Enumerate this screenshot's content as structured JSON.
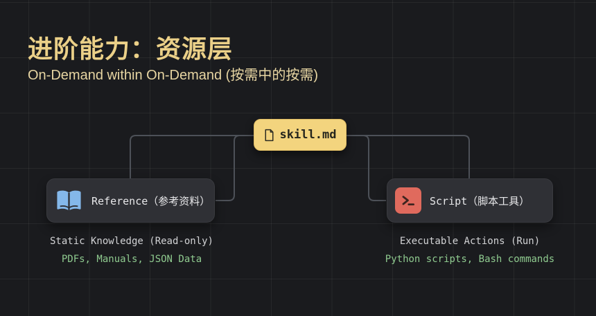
{
  "header": {
    "title": "进阶能力：资源层",
    "subtitle": "On-Demand within On-Demand (按需中的按需)"
  },
  "diagram": {
    "root": {
      "label": "skill.md",
      "icon": "file-icon"
    },
    "children": [
      {
        "label": "Reference（参考资料）",
        "icon": "book-open-icon",
        "desc": "Static Knowledge (Read-only)",
        "examples": "PDFs, Manuals, JSON Data"
      },
      {
        "label": "Script（脚本工具）",
        "icon": "terminal-icon",
        "desc": "Executable Actions (Run)",
        "examples": "Python scripts, Bash commands"
      }
    ]
  },
  "colors": {
    "background": "#1a1b1e",
    "grid_line": "rgba(255,255,255,0.055)",
    "title": "#ebd088",
    "subtitle": "#e7d5a2",
    "root_node_bg": "#f3d47e",
    "root_node_text": "#25251d",
    "child_node_bg": "#2f3035",
    "child_node_text": "#e8e8ea",
    "connector": "#4d5158",
    "book_icon_blue": "#84b8ea",
    "terminal_icon_red": "#e06a5d",
    "desc_text": "#d2d3d5",
    "examples_text": "#8fca8f"
  }
}
